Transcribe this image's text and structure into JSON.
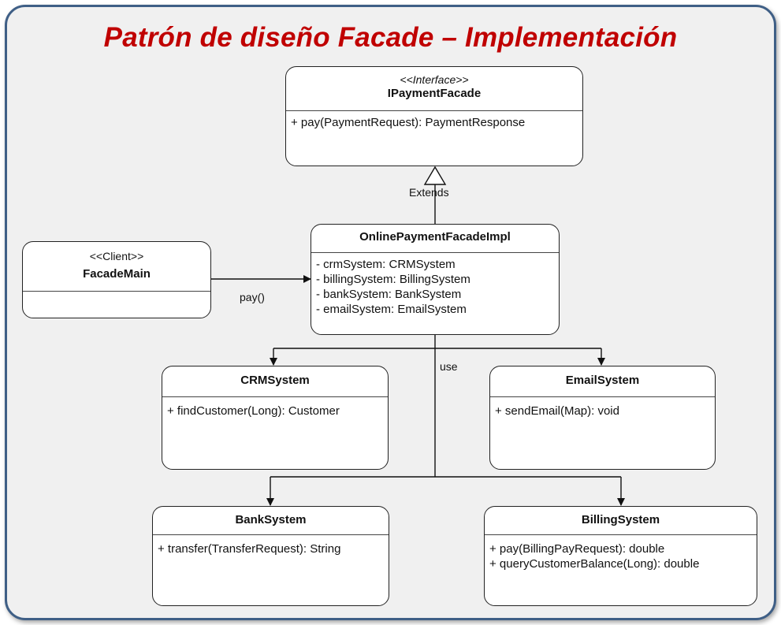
{
  "title": "Patrón de diseño Facade – Implementación",
  "classes": {
    "ipayment": {
      "stereotype": "<<Interface>>",
      "name": "IPaymentFacade",
      "members": [
        "+ pay(PaymentRequest): PaymentResponse"
      ]
    },
    "facade_main": {
      "stereotype": "<<Client>>",
      "name": "FacadeMain",
      "members": []
    },
    "online_impl": {
      "name": "OnlinePaymentFacadeImpl",
      "members": [
        "- crmSystem: CRMSystem",
        "- billingSystem: BillingSystem",
        "- bankSystem: BankSystem",
        "- emailSystem: EmailSystem"
      ]
    },
    "crm": {
      "name": "CRMSystem",
      "members": [
        "+ findCustomer(Long): Customer"
      ]
    },
    "email": {
      "name": "EmailSystem",
      "members": [
        "+ sendEmail(Map): void"
      ]
    },
    "bank": {
      "name": "BankSystem",
      "members": [
        "+ transfer(TransferRequest): String"
      ]
    },
    "billing": {
      "name": "BillingSystem",
      "members": [
        "+ pay(BillingPayRequest): double",
        "+ queryCustomerBalance(Long): double"
      ]
    }
  },
  "relations": {
    "extends_label": "Extends",
    "pay_label": "pay()",
    "use_label": "use"
  }
}
